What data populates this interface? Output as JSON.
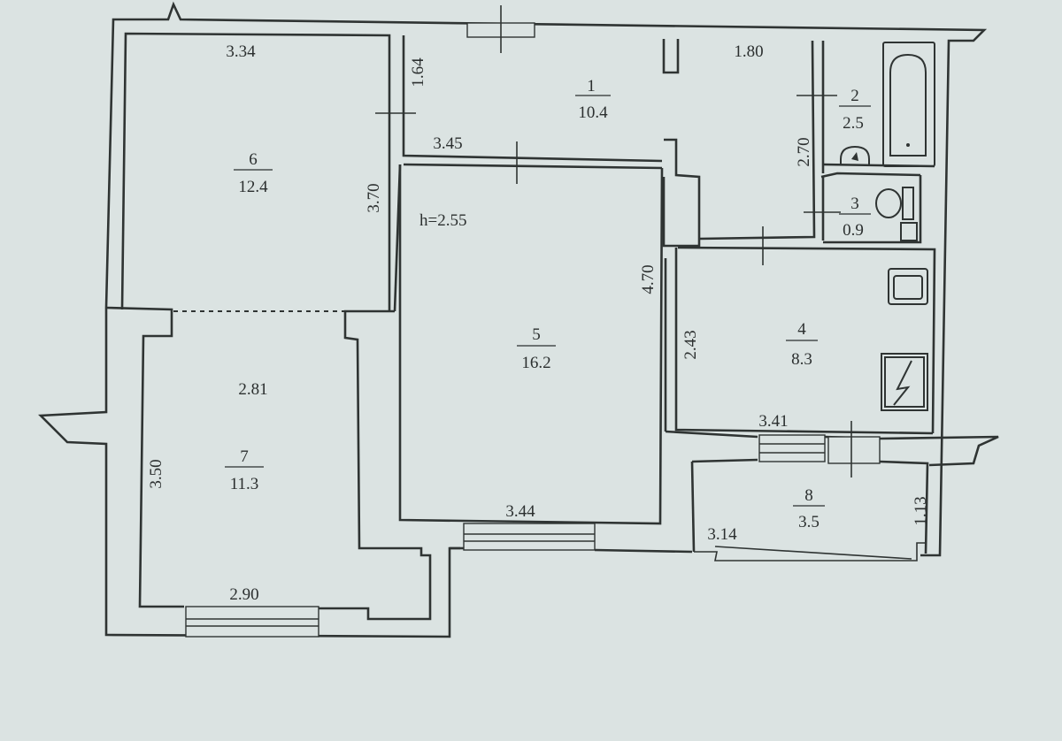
{
  "plan": {
    "ceiling_height": "h=2.55",
    "rooms": [
      {
        "id": "1",
        "number": "1",
        "area": "10.4"
      },
      {
        "id": "2",
        "number": "2",
        "area": "2.5"
      },
      {
        "id": "3",
        "number": "3",
        "area": "0.9"
      },
      {
        "id": "4",
        "number": "4",
        "area": "8.3"
      },
      {
        "id": "5",
        "number": "5",
        "area": "16.2"
      },
      {
        "id": "6",
        "number": "6",
        "area": "12.4"
      },
      {
        "id": "7",
        "number": "7",
        "area": "11.3"
      },
      {
        "id": "8",
        "number": "8",
        "area": "3.5"
      }
    ],
    "dimensions": {
      "d334": "3.34",
      "d164": "1.64",
      "d180": "1.80",
      "d345": "3.45",
      "d270": "2.70",
      "d370": "3.70",
      "d470": "4.70",
      "d243": "2.43",
      "d281": "2.81",
      "d341": "3.41",
      "d350": "3.50",
      "d344": "3.44",
      "d314": "3.14",
      "d113": "1.13",
      "d290": "2.90"
    },
    "fixtures": [
      "bathtub-icon",
      "sink-icon",
      "toilet-icon",
      "washbasin-icon",
      "stove-icon",
      "kitchen-sink-icon"
    ]
  }
}
